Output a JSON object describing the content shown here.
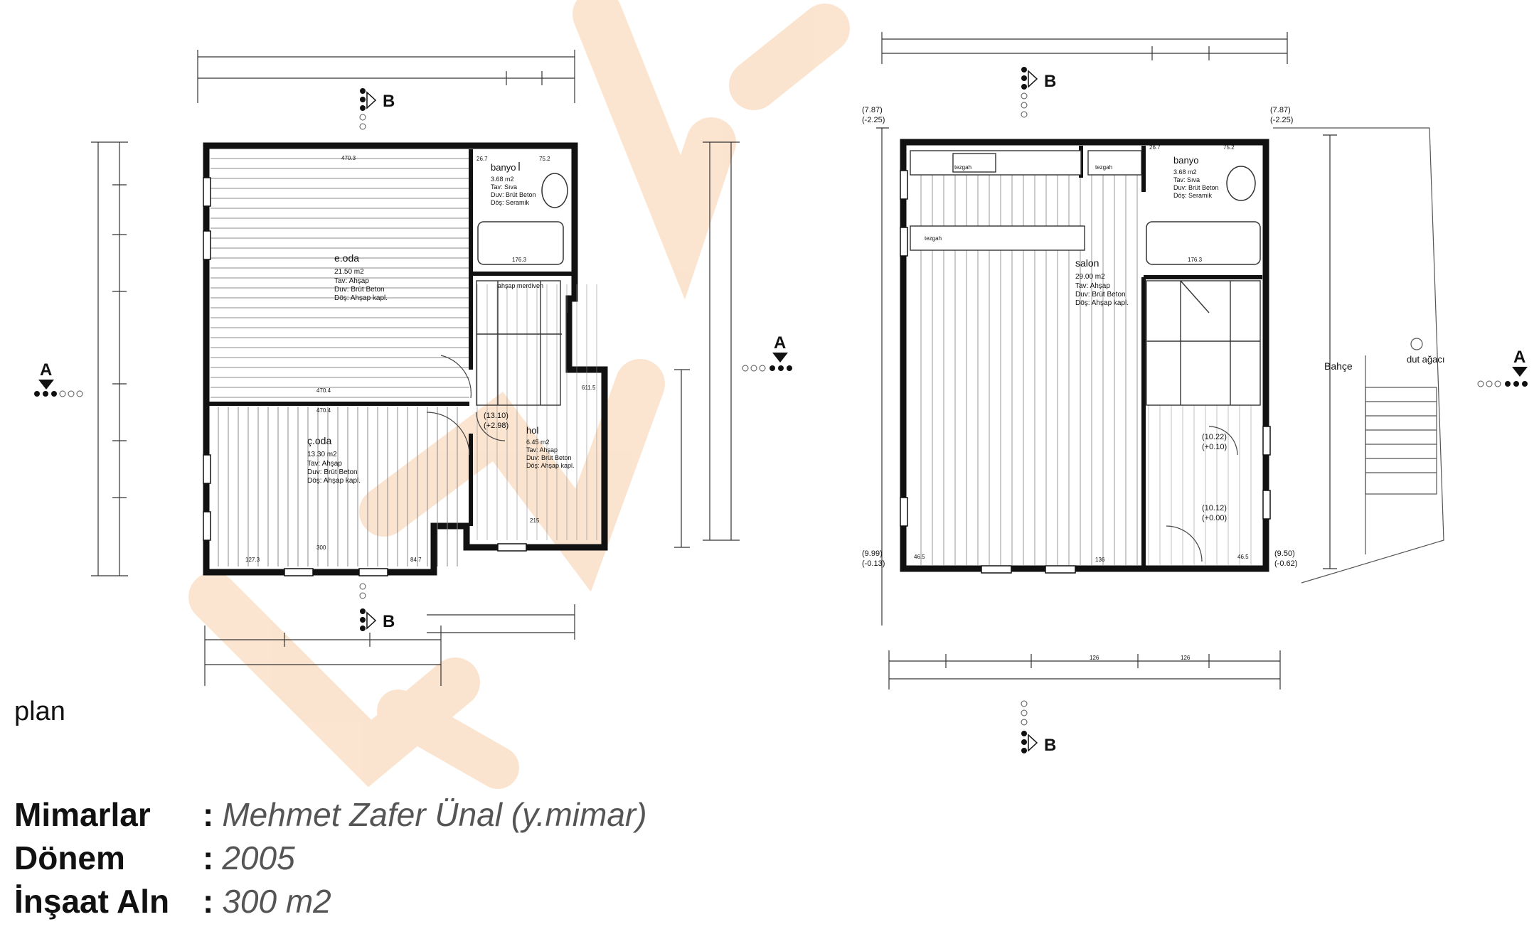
{
  "watermark_color": "#f08a2a",
  "left_plan": {
    "rooms": {
      "eoda": {
        "name": "e.oda",
        "area": "21.50 m2",
        "tav": "Tav: Ahşap",
        "duv": "Duv: Brüt Beton",
        "dos": "Döş: Ahşap kapl."
      },
      "coda": {
        "name": "ç.oda",
        "area": "13.30 m2",
        "tav": "Tav: Ahşap",
        "duv": "Duv: Brüt Beton",
        "dos": "Döş: Ahşap kapl."
      },
      "banyo": {
        "name": "banyo",
        "area": "3.68 m2",
        "tav": "Tav: Sıva",
        "duv": "Duv: Brüt Beton",
        "dos": "Döş: Seramik"
      },
      "hol": {
        "name": "hol",
        "area": "6.45 m2",
        "tav": "Tav: Ahşap",
        "duv": "Duv: Brüt Beton",
        "dos": "Döş: Ahşap kapl."
      }
    },
    "stair_label": "ahşap merdiven",
    "level_a": "(13.10)",
    "level_b": "(+2.98)",
    "dims": {
      "d1": "470.3",
      "d2": "470.4",
      "d3": "470.4",
      "d4": "127.3",
      "d5": "300",
      "d6": "84.7",
      "d7": "176.3",
      "d8": "215",
      "d9": "611.5",
      "d10": "26.7",
      "d11": "75.2"
    },
    "section_a": "A",
    "section_b_top": "B",
    "section_b_bottom": "B"
  },
  "right_plan": {
    "rooms": {
      "salon": {
        "name": "salon",
        "area": "29.00 m2",
        "tav": "Tav: Ahşap",
        "duv": "Duv: Brüt Beton",
        "dos": "Döş: Ahşap kapl."
      },
      "banyo": {
        "name": "banyo",
        "area": "3.68 m2",
        "tav": "Tav: Sıva",
        "duv": "Duv: Brüt Beton",
        "dos": "Döş: Seramik"
      }
    },
    "tezgah1": "tezgah",
    "tezgah2": "tezgah",
    "tezgah3": "tezgah",
    "bahce": "Bahçe",
    "dut_agaci": "dut ağacı",
    "levels": {
      "tl1": "(7.87)",
      "tl2": "(-2.25)",
      "tr1": "(7.87)",
      "tr2": "(-2.25)",
      "bl1": "(9.99)",
      "bl2": "(-0.13)",
      "br1": "(9.50)",
      "br2": "(-0.62)",
      "m1a": "(10.22)",
      "m1b": "(+0.10)",
      "m2a": "(10.12)",
      "m2b": "(+0.00)"
    },
    "dims": {
      "d1": "176.3",
      "d2": "136",
      "d3": "126",
      "d4": "126",
      "d5": "26.7",
      "d6": "75.2",
      "d7": "46.5",
      "d8": "46.5"
    },
    "section_a": "A",
    "section_a_left": "A",
    "section_b_top": "B",
    "section_b_bottom": "B"
  },
  "caption": "plan",
  "info": [
    {
      "label": "Mimarlar",
      "value": "Mehmet Zafer Ünal (y.mimar)"
    },
    {
      "label": "Dönem",
      "value": "2005"
    },
    {
      "label": "İnşaat Aln",
      "value": "300 m2"
    }
  ],
  "colon": ":"
}
